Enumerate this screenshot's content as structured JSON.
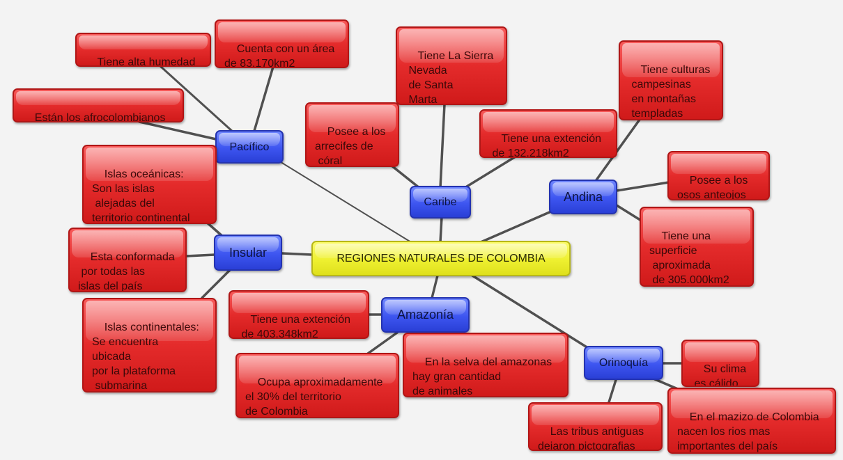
{
  "center": "REGIONES NATURALES DE COLOMBIA",
  "regions": {
    "pacifico": "Pacífico",
    "caribe": "Caribe",
    "andina": "Andina",
    "insular": "Insular",
    "amazonia": "Amazonía",
    "orinoquia": "Orinoquía"
  },
  "facts": {
    "pac_humedad": "Tiene alta humedad",
    "pac_area": "Cuenta con un área\nde 83.170km2",
    "pac_afro": "Están los afrocolombianos",
    "car_sierra": "Tiene La Sierra\n Nevada\n de Santa\n Marta",
    "car_arrecifes": "Posee a los\narrecifes de\n córal",
    "car_extencion": "Tiene una extención\n de 132.218km2",
    "and_culturas": "Tiene culturas\n campesinas\n en montañas\n templadas",
    "and_osos": "Posee a los\nosos anteojos",
    "and_superficie": "Tiene una\nsuperficie\n aproximada\n de 305.000km2",
    "ins_oceanicas": "Islas oceánicas:\nSon las islas\n alejadas del\nterritorio continental",
    "ins_conformada": "Esta conformada\n por todas las\nislas del país",
    "ins_continentales": "Islas continentales:\nSe encuentra\nubicada\npor la plataforma\n submarina",
    "ama_extencion": "Tiene una extención\n de 403.348km2",
    "ama_selva": "En la selva del amazonas\nhay gran cantidad\nde animales",
    "ama_ocupa": "Ocupa aproximadamente\nel 30% del territorio\nde Colombia",
    "ori_clima": "Su clima\n es cálido",
    "ori_mazizo": "En el mazizo de Colombia\nnacen los rios mas\nimportantes del país",
    "ori_tribus": "Las tribus antiguas\ndejaron pictografias"
  },
  "colors": {
    "region_blue": "#3d55f0",
    "fact_red": "#e42b2b",
    "center_yellow": "#eef030",
    "connector": "#505050"
  }
}
